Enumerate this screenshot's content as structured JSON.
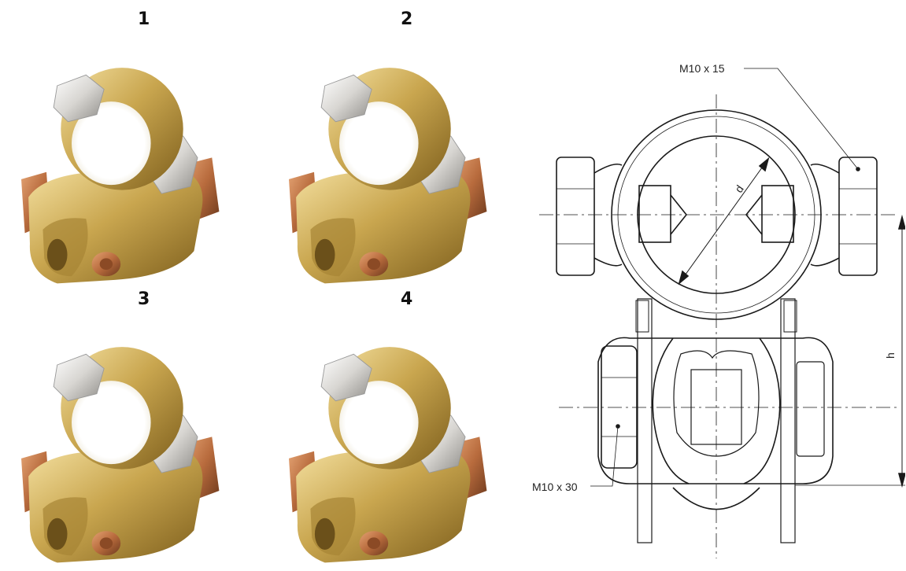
{
  "products": [
    {
      "number": "1"
    },
    {
      "number": "2"
    },
    {
      "number": "3"
    },
    {
      "number": "4"
    }
  ],
  "drawing": {
    "top_bolt_label": "M10 x 15",
    "bottom_bolt_label": "M10 x 30",
    "diameter_label": "d",
    "height_label": "h"
  },
  "colors": {
    "brass": "#c9a64f",
    "brass_dark": "#8a6a22",
    "brass_light": "#f2dc96",
    "copper": "#b86b3d",
    "steel": "#d8d6d2",
    "line": "#1a1a1a"
  }
}
